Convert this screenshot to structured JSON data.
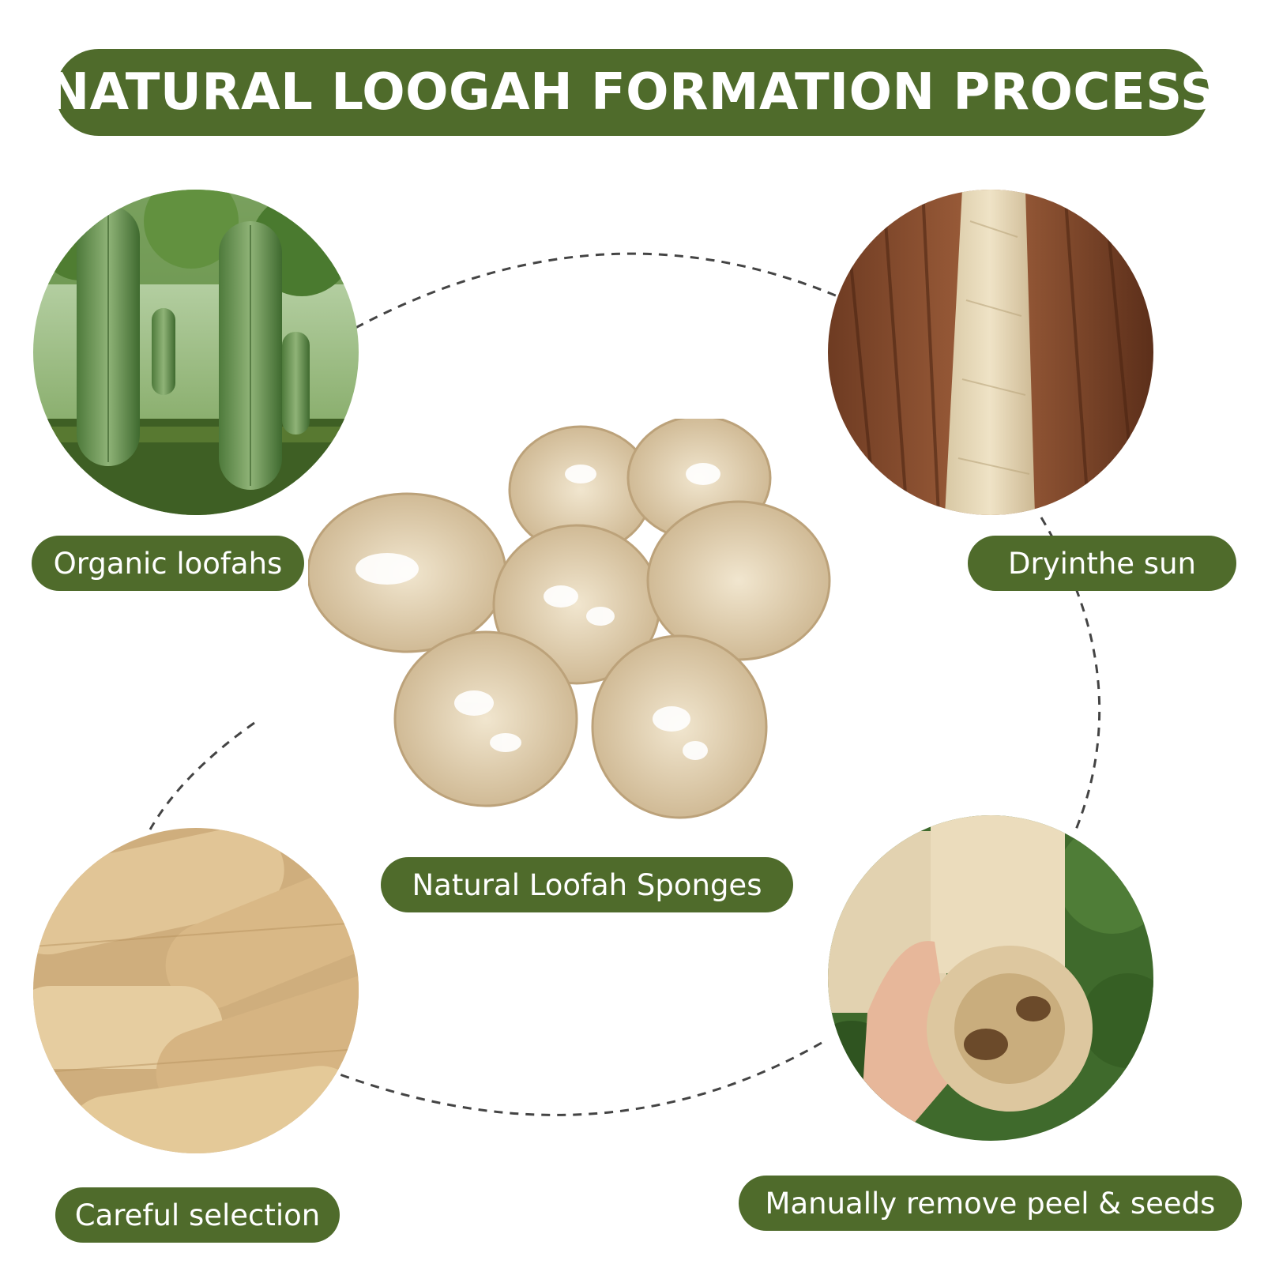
{
  "title": "NATURAL LOOGAH FORMATION PROCESS",
  "steps": [
    {
      "label": "Organic loofahs"
    },
    {
      "label": "Dryinthe sun"
    },
    {
      "label": "Natural Loofah Sponges"
    },
    {
      "label": "Careful selection"
    },
    {
      "label": "Manually remove peel & seeds"
    }
  ],
  "colors": {
    "accent": "#4f6b2b",
    "label_text": "#ffffff",
    "background": "#ffffff"
  }
}
